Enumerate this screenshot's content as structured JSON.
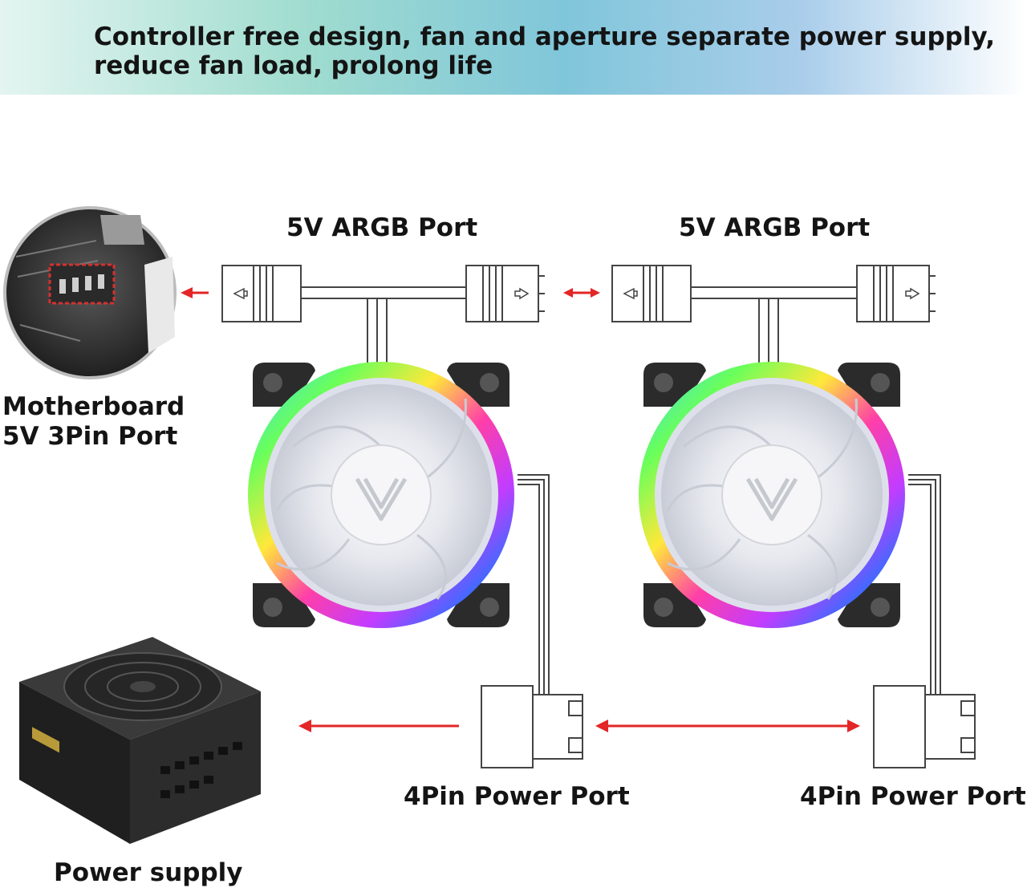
{
  "banner": {
    "line1": "Controller free design, fan and aperture separate power supply,",
    "line2": "reduce fan load, prolong life"
  },
  "labels": {
    "argb_port_left": "5V ARGB Port",
    "argb_port_right": "5V ARGB Port",
    "motherboard_line1": "Motherboard",
    "motherboard_line2": "5V 3Pin Port",
    "power_port_left": "4Pin Power Port",
    "power_port_right": "4Pin Power Port",
    "power_supply": "Power supply"
  },
  "colors": {
    "arrow": "#e32626",
    "line": "#444444",
    "text": "#141414"
  },
  "icons": {
    "motherboard": "motherboard-header-photo",
    "fan": "argb-fan",
    "psu": "power-supply-unit"
  }
}
